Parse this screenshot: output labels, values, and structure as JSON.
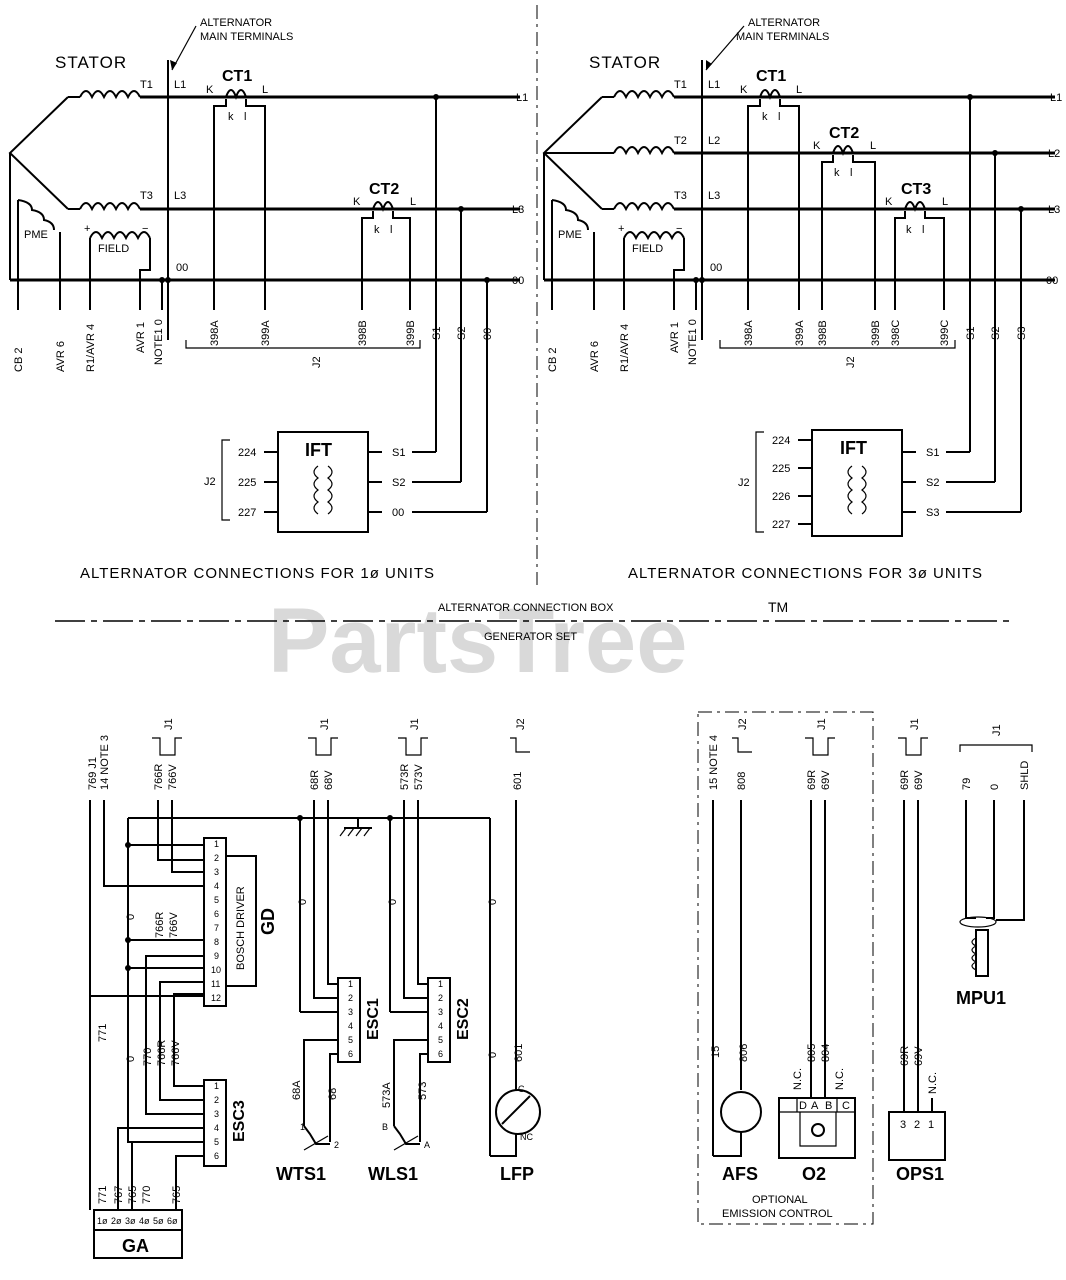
{
  "watermark": {
    "text": "PartsTree",
    "tm": "TM"
  },
  "left_panel": {
    "alternator_label_line1": "ALTERNATOR",
    "alternator_label_line2": "MAIN TERMINALS",
    "stator_label": "STATOR",
    "winding_labels": [
      "T1",
      "T3"
    ],
    "line_labels": [
      "L1",
      "L3",
      "00"
    ],
    "right_line_labels": [
      "L1",
      "L3",
      "00"
    ],
    "ct_labels": [
      "CT1",
      "CT2"
    ],
    "ct_pins": [
      "K",
      "L",
      "k",
      "l"
    ],
    "pme_label": "PME",
    "field_label": "FIELD",
    "field_plus": "+",
    "field_minus": "−",
    "bottom_terminals": [
      "CB 2",
      "AVR 6",
      "R1/AVR 4",
      "AVR 1",
      "NOTE1 0",
      "398A",
      "399A",
      "398B",
      "399B",
      "S1",
      "S2",
      "00"
    ],
    "j2_label": "J2",
    "ift_label": "IFT",
    "ift_left_pins": [
      "224",
      "225",
      "227"
    ],
    "ift_right_pins": [
      "S1",
      "S2",
      "00"
    ],
    "caption": "ALTERNATOR CONNECTIONS FOR 1ø UNITS"
  },
  "right_panel": {
    "alternator_label_line1": "ALTERNATOR",
    "alternator_label_line2": "MAIN TERMINALS",
    "stator_label": "STATOR",
    "winding_labels": [
      "T1",
      "T2",
      "T3"
    ],
    "line_labels": [
      "L1",
      "L2",
      "L3",
      "00"
    ],
    "right_line_labels": [
      "L1",
      "L2",
      "L3",
      "00"
    ],
    "ct_labels": [
      "CT1",
      "CT2",
      "CT3"
    ],
    "ct_pins": [
      "K",
      "L",
      "k",
      "l"
    ],
    "pme_label": "PME",
    "field_label": "FIELD",
    "field_plus": "+",
    "field_minus": "−",
    "bottom_terminals": [
      "CB 2",
      "AVR 6",
      "R1/AVR 4",
      "AVR 1",
      "NOTE1 0",
      "398A",
      "399A",
      "398B",
      "399B",
      "398C",
      "399C",
      "S1",
      "S2",
      "S3"
    ],
    "j2_label": "J2",
    "ift_label": "IFT",
    "ift_left_pins": [
      "224",
      "225",
      "226",
      "227"
    ],
    "ift_right_pins": [
      "S1",
      "S2",
      "S3"
    ],
    "caption": "ALTERNATOR CONNECTIONS FOR 3ø UNITS"
  },
  "divider": {
    "top_label": "ALTERNATOR CONNECTION BOX",
    "bottom_label": "GENERATOR SET"
  },
  "lower": {
    "gd": {
      "top_wires": [
        "769 J1",
        "14 NOTE 3",
        "766R",
        "766V"
      ],
      "j1_label": "J1",
      "mid_wires": [
        "0",
        "766R",
        "766V"
      ],
      "driver_label": "BOSCH DRIVER",
      "name": "GD",
      "pins": [
        "1",
        "2",
        "3",
        "4",
        "5",
        "6",
        "7",
        "8",
        "9",
        "10",
        "11",
        "12"
      ]
    },
    "esc3": {
      "wires": [
        "771",
        "0",
        "770",
        "766R",
        "766V"
      ],
      "name": "ESC3",
      "pins": [
        "1",
        "2",
        "3",
        "4",
        "5",
        "6"
      ]
    },
    "ga": {
      "wires": [
        "771",
        "767",
        "765",
        "770",
        "765"
      ],
      "pins": [
        "1ø",
        "2ø",
        "3ø",
        "4ø",
        "5ø",
        "6ø"
      ],
      "name": "GA"
    },
    "esc1": {
      "top_wires": [
        "68R",
        "68V"
      ],
      "j1_label": "J1",
      "mid_wire": "0",
      "name": "ESC1",
      "pins": [
        "1",
        "2",
        "3",
        "4",
        "5",
        "6"
      ],
      "bottom_wires": [
        "68A",
        "68"
      ],
      "sensor": "WTS1",
      "sensor_pins": [
        "1",
        "2"
      ]
    },
    "esc2": {
      "top_wires": [
        "573R",
        "573V"
      ],
      "j1_label": "J1",
      "mid_wire": "0",
      "name": "ESC2",
      "pins": [
        "1",
        "2",
        "3",
        "4",
        "5",
        "6"
      ],
      "bottom_wires": [
        "573A",
        "573"
      ],
      "sensor": "WLS1",
      "sensor_pins": [
        "B",
        "A"
      ]
    },
    "lfp": {
      "top_wire": "601",
      "j2_label": "J2",
      "mid_wire": "0",
      "bottom_wires": [
        "0",
        "601"
      ],
      "pins": [
        "C",
        "NC"
      ],
      "name": "LFP"
    },
    "afs": {
      "top_wires": [
        "15 NOTE 4",
        "808"
      ],
      "j2_label": "J2",
      "bottom_wires": [
        "15",
        "806"
      ],
      "name": "AFS"
    },
    "o2": {
      "top_wires": [
        "69R",
        "69V"
      ],
      "j1_label": "J1",
      "bottom_wires": [
        "N.C.",
        "805",
        "804",
        "N.C."
      ],
      "pins": [
        "D",
        "A",
        "B",
        "C"
      ],
      "name": "O2"
    },
    "emission_box": {
      "line1": "OPTIONAL",
      "line2": "EMISSION CONTROL"
    },
    "ops1": {
      "top_wires": [
        "69R",
        "69V"
      ],
      "j1_label": "J1",
      "bottom_wires": [
        "69R",
        "69V",
        "N.C."
      ],
      "pins": [
        "3",
        "2",
        "1"
      ],
      "name": "OPS1"
    },
    "mpu1": {
      "top_wires": [
        "79",
        "0",
        "SHLD"
      ],
      "j1_label": "J1",
      "name": "MPU1"
    }
  }
}
